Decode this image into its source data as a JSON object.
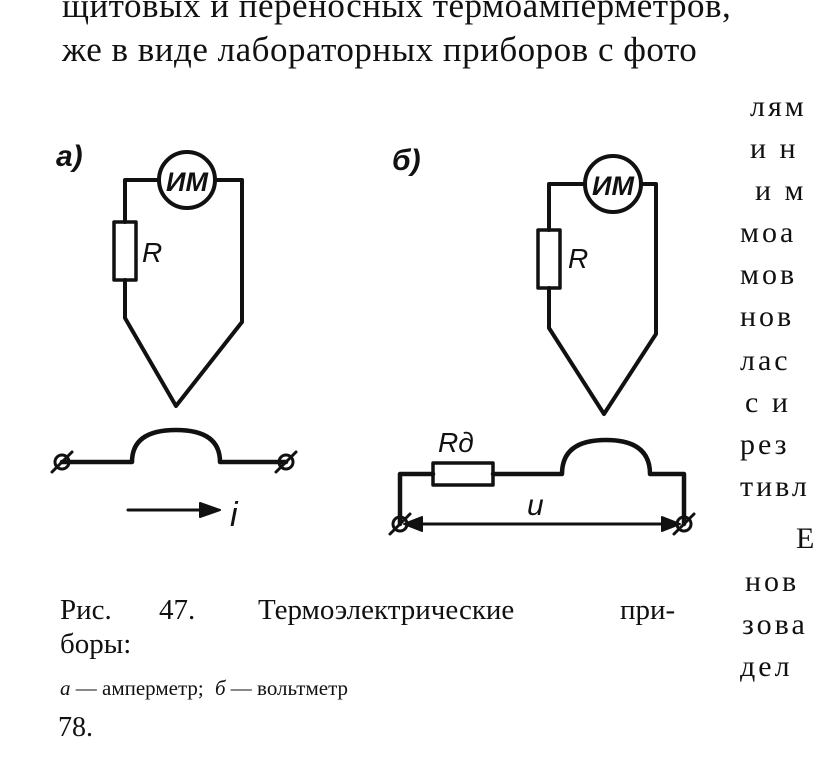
{
  "text": {
    "top_lines": [
      "щитовых и переносных термоамперметров,",
      "же в виде лабораторных приборов с фото"
    ],
    "right_column": [
      "лям",
      "и н",
      "и м",
      "моа",
      "мов",
      "нов",
      "лас",
      "с   и",
      "рез",
      "тивл",
      "Е",
      "нов",
      "зова",
      "дел"
    ],
    "caption": {
      "line1": [
        "Рис.",
        "47.",
        "Термоэлектрические",
        "при-"
      ],
      "line2": "боры:",
      "legend": [
        {
          "key": "а",
          "text": " — амперметр;"
        },
        {
          "key": "б",
          "text": " — вольтметр"
        }
      ]
    },
    "page_number": "78."
  },
  "figure": {
    "a": {
      "label": "а)",
      "meter": "ИМ",
      "resistor": "R",
      "current": "i"
    },
    "b": {
      "label": "б)",
      "meter": "ИМ",
      "resistor": "R",
      "added_resistor": "Rд",
      "voltage": "u"
    }
  }
}
